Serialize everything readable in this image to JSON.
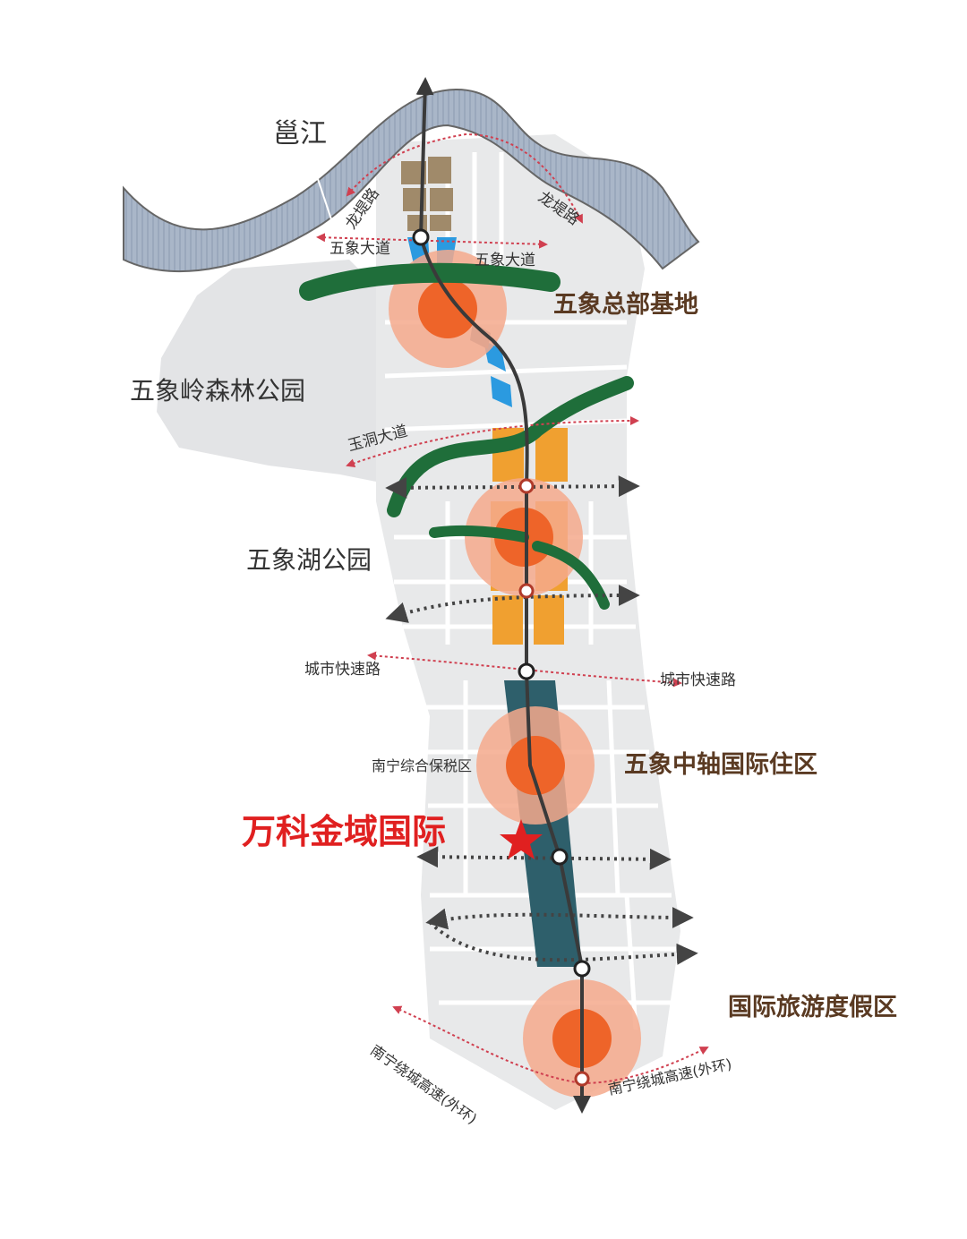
{
  "map": {
    "river": {
      "label": "邕江"
    },
    "roads": {
      "longdi_left": "龙堤路",
      "longdi_right": "龙堤路",
      "wuxiang_left": "五象大道",
      "wuxiang_right": "五象大道",
      "yudong": "玉洞大道",
      "expressway_left": "城市快速路",
      "expressway_right": "城市快速路",
      "ring_left": "南宁绕城高速(外环)",
      "ring_right": "南宁绕城高速(外环)"
    },
    "parks": {
      "forest": "五象岭森林公园",
      "lake": "五象湖公园"
    },
    "zones": {
      "hq": "五象总部基地",
      "residential": "五象中轴国际住区",
      "resort": "国际旅游度假区",
      "bonded": "南宁综合保税区"
    },
    "highlight": {
      "label": "万科金域国际",
      "marker": "star-icon",
      "color": "#e02020"
    },
    "colors": {
      "river": "#a9b6c8",
      "block_gray": "#e3e4e6",
      "node_fill": "#ee6429",
      "node_halo": "#f4a98c",
      "green_arrow": "#1f6e3a",
      "orange_block": "#f0a030",
      "teal_block": "#2e5f6b",
      "brown_block": "#a08a6a",
      "blue_block": "#2b9ae0",
      "axis_line": "#3a3a3a",
      "road_dash": "#d04050"
    }
  }
}
